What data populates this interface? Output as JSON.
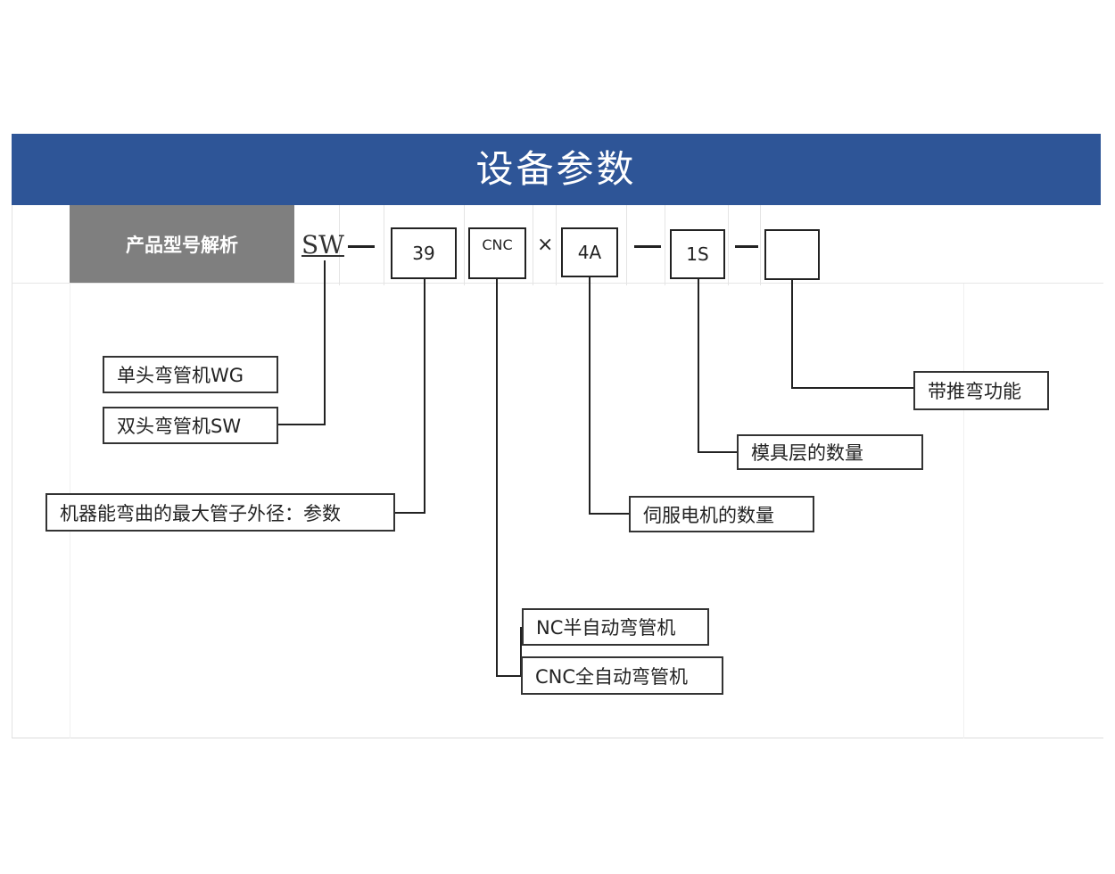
{
  "title": "设备参数",
  "model_label": "产品型号解析",
  "model": {
    "prefix": "SW",
    "code_diameter": "39",
    "code_control": "CNC",
    "times_sign": "×",
    "code_servo": "4A",
    "code_layers": "1S",
    "code_push": ""
  },
  "descriptions": {
    "single_head": "单头弯管机WG",
    "double_head": "双头弯管机SW",
    "max_diameter": "机器能弯曲的最大管子外径：参数",
    "nc": "NC半自动弯管机",
    "cnc": "CNC全自动弯管机",
    "servo_count": "伺服电机的数量",
    "mold_layers": "模具层的数量",
    "push_bend": "带推弯功能"
  }
}
